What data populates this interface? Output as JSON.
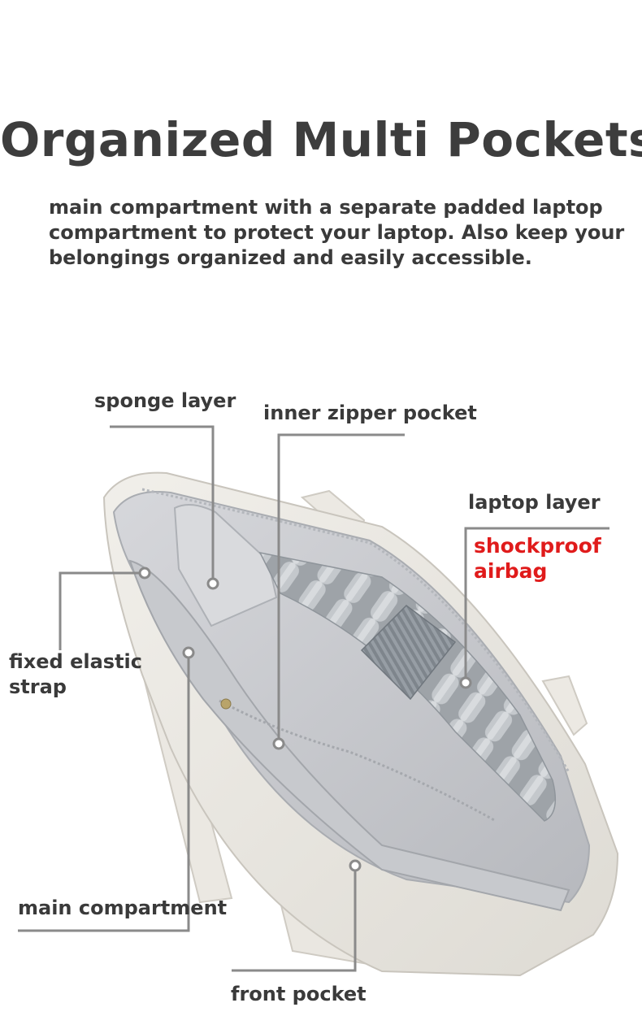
{
  "title": "Organized Multi Pockets",
  "description": [
    "main compartment with a separate padded laptop",
    "compartment to protect your laptop. Also keep your",
    "belongings organized and easily accessible."
  ],
  "callouts": {
    "sponge_layer": "sponge layer",
    "inner_zipper_pocket": "inner zipper pocket",
    "laptop_layer": "laptop layer",
    "shockproof_airbag": [
      "shockproof",
      "airbag"
    ],
    "fixed_elastic_strap": [
      "fixed elastic",
      "strap"
    ],
    "main_compartment": "main compartment",
    "front_pocket": "front pocket"
  },
  "colors": {
    "text": "#3a3a3a",
    "highlight": "#e01b1b",
    "leader_line": "#8a8a8a"
  }
}
